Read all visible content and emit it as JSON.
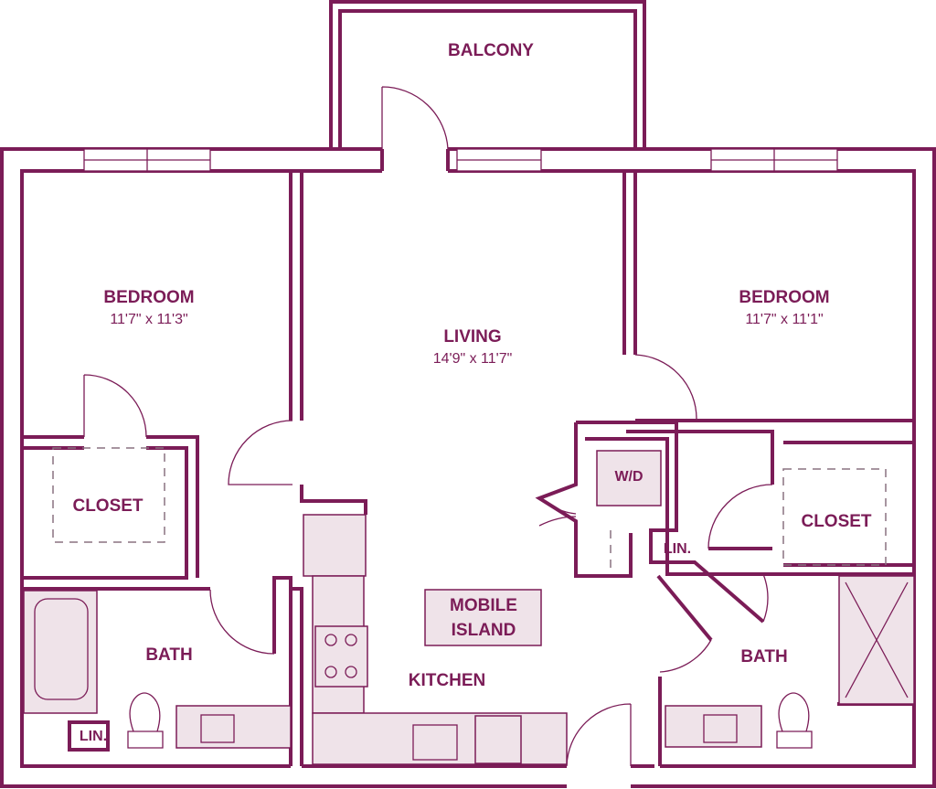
{
  "rooms": {
    "balcony": {
      "name": "BALCONY"
    },
    "bedroom_left": {
      "name": "BEDROOM",
      "dimensions": "11'7\" x 11'3\""
    },
    "living": {
      "name": "LIVING",
      "dimensions": "14'9\" x 11'7\""
    },
    "bedroom_right": {
      "name": "BEDROOM",
      "dimensions": "11'7\" x 11'1\""
    },
    "closet_left": {
      "name": "CLOSET"
    },
    "closet_right": {
      "name": "CLOSET"
    },
    "washer_dryer": {
      "name": "W/D"
    },
    "linen_right": {
      "name": "LIN."
    },
    "linen_left": {
      "name": "LIN."
    },
    "bath_left": {
      "name": "BATH"
    },
    "bath_right": {
      "name": "BATH"
    },
    "kitchen": {
      "name": "KITCHEN"
    },
    "mobile_island": {
      "line1": "MOBILE",
      "line2": "ISLAND"
    }
  },
  "colors": {
    "wall": "#7b1c57",
    "fixture_fill": "#efe3e9"
  }
}
